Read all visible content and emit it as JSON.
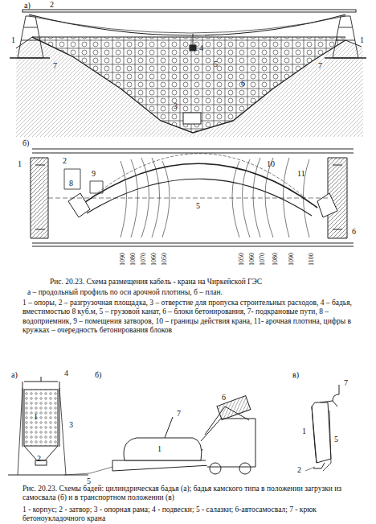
{
  "diagram": {
    "labels": [
      "а)",
      "1",
      "2",
      "3",
      "4",
      "5",
      "6",
      "7",
      "1",
      "7",
      "б)",
      "1",
      "2",
      "8",
      "9",
      "10",
      "11",
      "5",
      "6",
      "1090",
      "1080",
      "1070",
      "1060",
      "1050",
      "1050",
      "1060",
      "1070",
      "1080",
      "1090",
      "1100",
      "Рис. 20.23. Схема размещения кабель - крана на Чиркейской ГЭС",
      "а – продольный профиль по оси арочной плотины, б – план.",
      "1 – опоры, 2 – разгрузочная площадка, 3 – отверстие для пропуска строительных расходов, 4 – бадья, вместимостью 8 куб.м, 5 – грузовой канат, 6 – блоки бетонирования, 7- подкрановые пути, 8 – водоприемник, 9 – помещения затворов, 10 – границы действия крана, 11- арочная плотина, цифры в кружках – очередность бетонирования блоков",
      "а)",
      "4",
      "1",
      "3",
      "2",
      "5",
      "б)",
      "7",
      "1",
      "6",
      "в)",
      "7",
      "1",
      "5",
      "2",
      "Рис. 20.23. Схемы бадей: цилиндрическая бадья (а); бадья камского типа в положении загрузки из самосвала (б) и в транспортном положении (в)",
      "1 - корпус; 2 - затвор; 3 - опорная рама; 4 - подвески; 5 - салазки; 6-автосамосвал; 7 - крюк бетоноукладочного крана"
    ]
  }
}
